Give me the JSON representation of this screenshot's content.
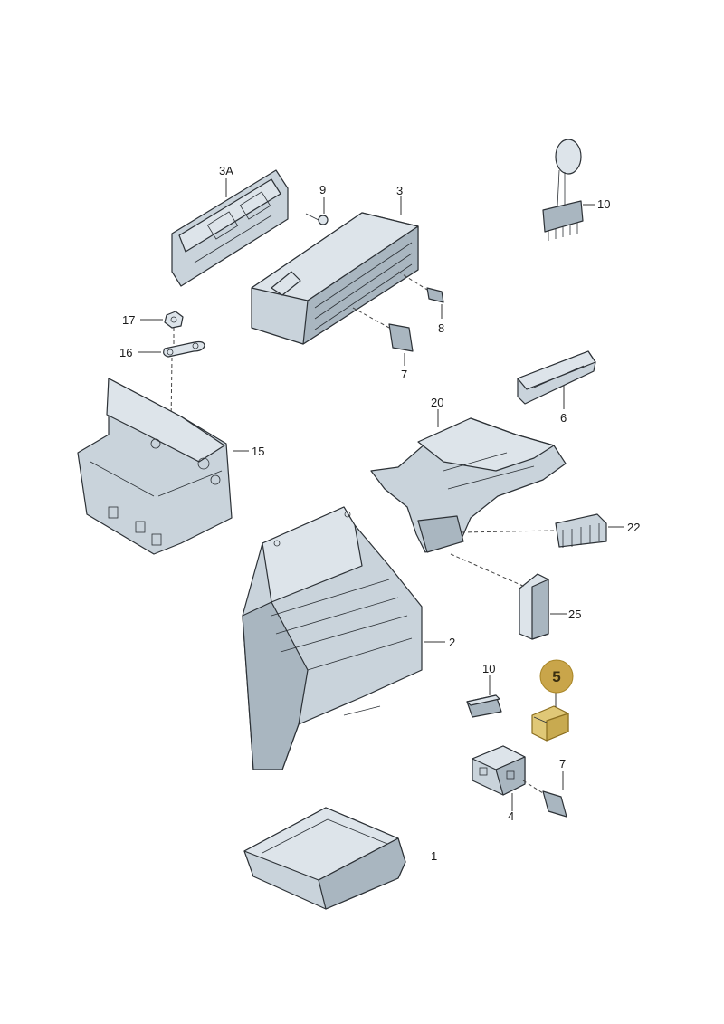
{
  "labels": {
    "p1": "1",
    "p2": "2",
    "p3": "3",
    "p3a": "3A",
    "p4": "4",
    "p5": "5",
    "p6": "6",
    "p7a": "7",
    "p7b": "7",
    "p8": "8",
    "p9": "9",
    "p10a": "10",
    "p10b": "10",
    "p15": "15",
    "p16": "16",
    "p17": "17",
    "p20": "20",
    "p22": "22",
    "p25": "25"
  },
  "highlight": {
    "part": "5",
    "color": "#c9a54a"
  }
}
